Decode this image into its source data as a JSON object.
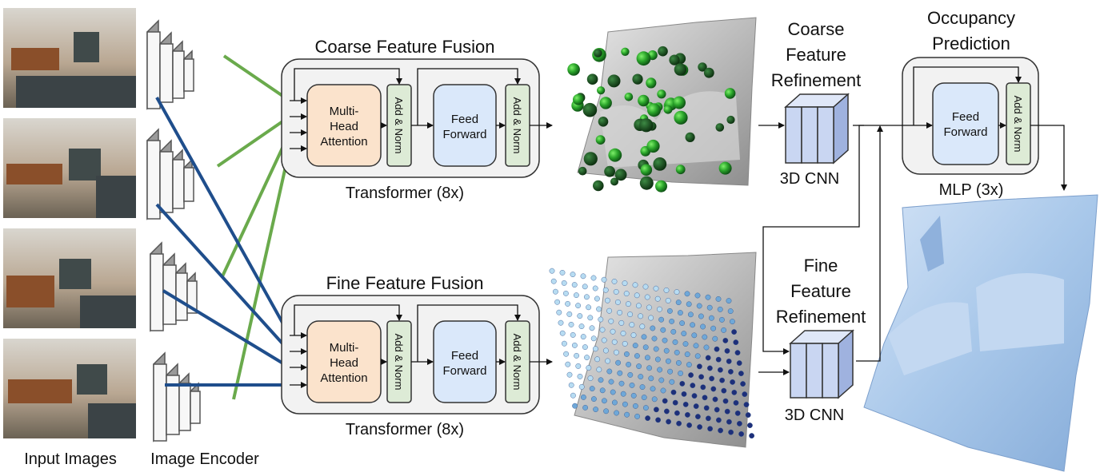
{
  "labels": {
    "input_images": "Input Images",
    "image_encoder": "Image Encoder",
    "coarse_fusion_title": "Coarse Feature Fusion",
    "fine_fusion_title": "Fine Feature Fusion",
    "transformer_coarse": "Transformer (8x)",
    "transformer_fine": "Transformer (8x)",
    "mha_coarse": [
      "Multi-",
      "Head",
      "Attention"
    ],
    "mha_fine": [
      "Multi-",
      "Head",
      "Attention"
    ],
    "add_norm": "Add & Norm",
    "ff_coarse": [
      "Feed",
      "Forward"
    ],
    "ff_fine": [
      "Feed",
      "Forward"
    ],
    "ff_occ": [
      "Feed",
      "Forward"
    ],
    "coarse_refine": [
      "Coarse",
      "Feature",
      "Refinement"
    ],
    "fine_refine": [
      "Fine",
      "Feature",
      "Refinement"
    ],
    "cnn_coarse": "3D CNN",
    "cnn_fine": "3D CNN",
    "occupancy": [
      "Occupancy",
      "Prediction"
    ],
    "mlp": "MLP (3x)"
  },
  "colors": {
    "coarse_link": "#6aaa4c",
    "fine_link": "#1f4e8c",
    "mha_fill": "#fbe3cc",
    "ff_fill": "#dae8fa",
    "addnorm_fill": "#ddebd6",
    "cnn_fill": "#c9d6f2",
    "panel_fill": "#f2f2f2",
    "mesh_fill": "#a9c8ea"
  }
}
